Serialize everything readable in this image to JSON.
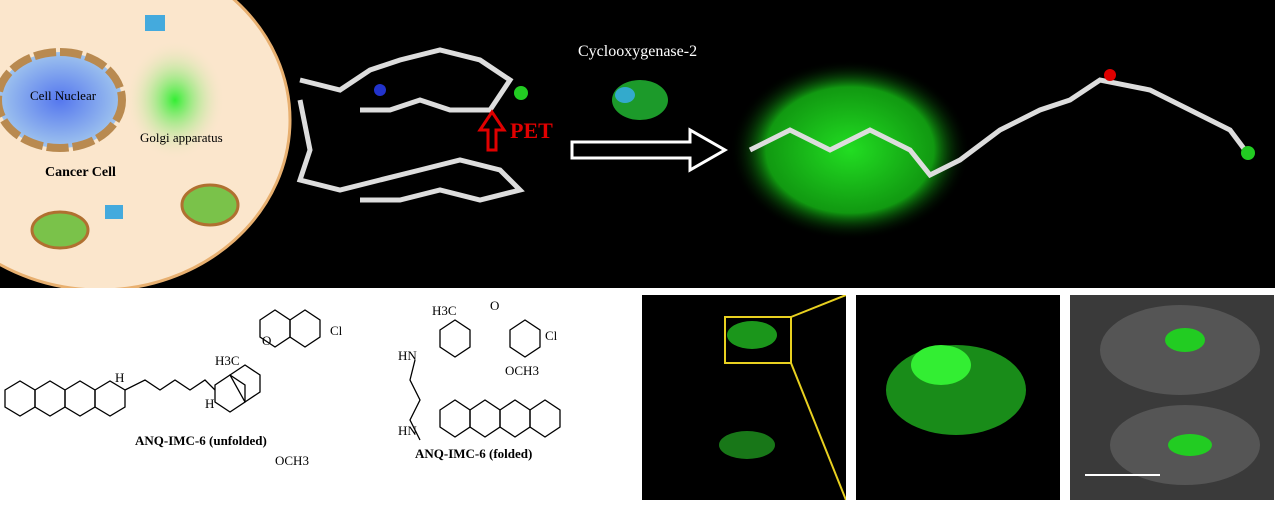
{
  "cell": {
    "nucleus": "Cell Nuclear",
    "golgi": "Golgi apparatus",
    "cell": "Cancer Cell"
  },
  "mechanism": {
    "pet": "PET",
    "enzyme": "Cyclooxygenase-2"
  },
  "structures": {
    "unfolded": {
      "name": "ANQ-IMC-6 (unfolded)",
      "h3c": "H3C",
      "o": "O",
      "cl": "Cl",
      "och3": "OCH3",
      "nh1": "H",
      "nh2": "H"
    },
    "folded": {
      "name": "ANQ-IMC-6 (folded)",
      "h3c": "H3C",
      "o": "O",
      "cl": "Cl",
      "och3": "OCH3",
      "hn1": "HN",
      "hn2": "HN"
    }
  },
  "colors": {
    "fluor": "#22dd22",
    "cell": "#fbe6cc",
    "pet": "#e00000"
  }
}
